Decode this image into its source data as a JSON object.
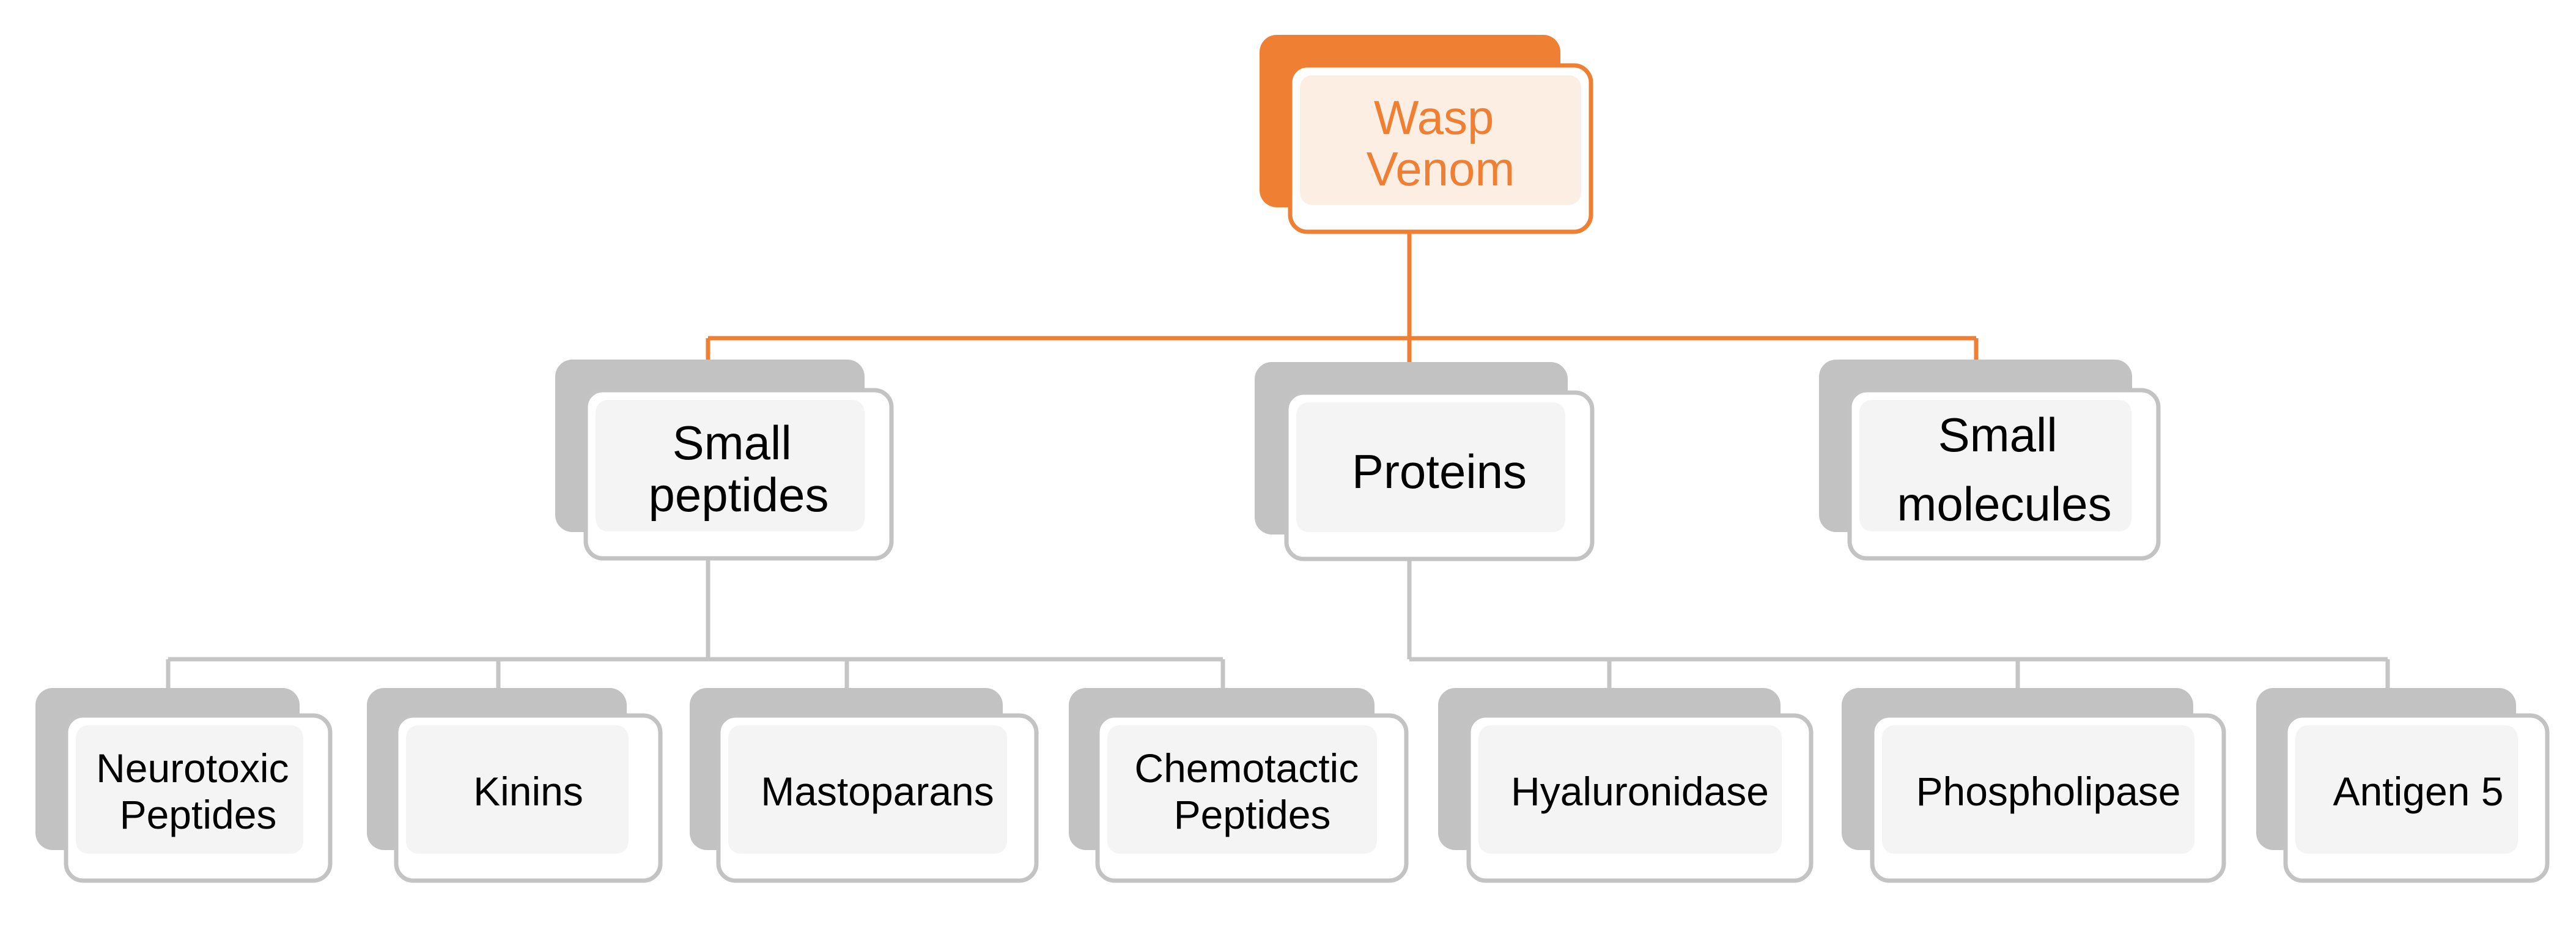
{
  "colors": {
    "accent": "#ee7f33",
    "neutral": "#c3c3c3",
    "text": "#000000"
  },
  "root": {
    "lines": [
      "Wasp",
      "Venom"
    ]
  },
  "categories": [
    {
      "lines": [
        "Small",
        "peptides"
      ],
      "children": [
        {
          "lines": [
            "Neurotoxic",
            "Peptides"
          ]
        },
        {
          "lines": [
            "Kinins"
          ]
        },
        {
          "lines": [
            "Mastoparans"
          ]
        },
        {
          "lines": [
            "Chemotactic",
            "Peptides"
          ]
        }
      ]
    },
    {
      "lines": [
        "Proteins"
      ],
      "children": [
        {
          "lines": [
            "Hyaluronidase"
          ]
        },
        {
          "lines": [
            "Phospholipase"
          ]
        },
        {
          "lines": [
            "Antigen 5"
          ]
        }
      ]
    },
    {
      "lines": [
        "Small",
        "molecules"
      ],
      "children": []
    }
  ]
}
